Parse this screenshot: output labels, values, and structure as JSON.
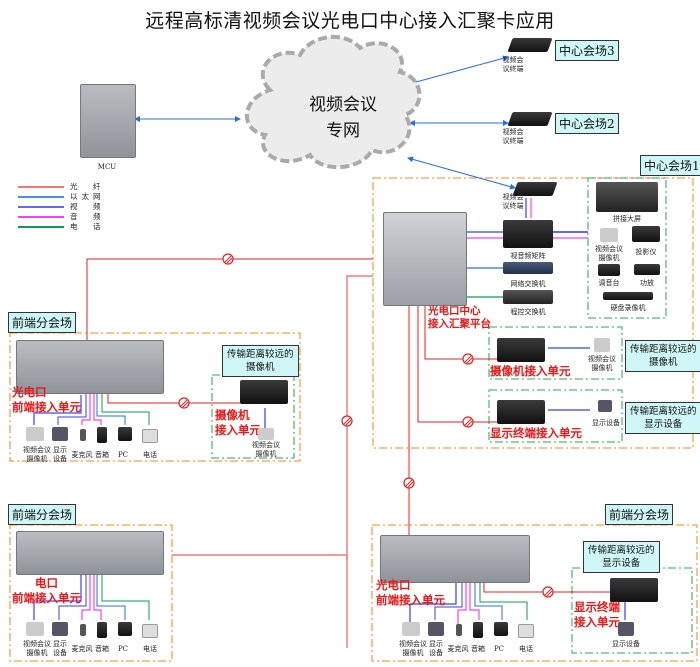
{
  "title": "远程高标清视频会议光电口中心接入汇聚卡应用",
  "cloud": {
    "line1": "视频会议",
    "line2": "专网"
  },
  "mcu": {
    "label": "MCU"
  },
  "legend": [
    {
      "label": "光　纤",
      "color": "#f07878"
    },
    {
      "label": "以太网",
      "color": "#4a90e2"
    },
    {
      "label": "视　频",
      "color": "#6666ee"
    },
    {
      "label": "音　频",
      "color": "#ee44ee"
    },
    {
      "label": "电　话",
      "color": "#119955"
    }
  ],
  "center_sites": [
    {
      "tag": "中心会场3",
      "terminal": "视频会\n议终端"
    },
    {
      "tag": "中心会场2",
      "terminal": "视频会\n议终端"
    }
  ],
  "center_site1": {
    "tag": "中心会场1",
    "terminal": "视频会\n议终端",
    "matrix": "视音频矩阵",
    "switch": "网络交换机",
    "pbx": "程控交换机",
    "platform_label": "光电口中心\n接入汇聚平台",
    "devices": {
      "big_screen": "拼接大屏",
      "camera": "视频会议\n摄像机",
      "projector": "投影仪",
      "mixer": "调音台",
      "amp": "功放",
      "dvr": "硬盘录像机"
    },
    "remote_camera": {
      "note": "传输距离较远的\n摄像机",
      "unit": "摄像机接入单元",
      "device": "视频会议\n摄像机"
    },
    "remote_display": {
      "note": "传输距离较远的\n显示设备",
      "unit": "显示终端接入单元",
      "device": "显示设备"
    }
  },
  "branch_sites": [
    {
      "tag": "前端分会场",
      "unit_label": "光电口\n前端接入单元",
      "devices": [
        "视频会议\n摄像机",
        "显示\n设备",
        "麦克风",
        "音箱",
        "PC",
        "电话"
      ],
      "remote": {
        "note": "传输距离较远的\n摄像机",
        "unit": "摄像机\n接入单元",
        "device": "视频会议\n摄像机"
      }
    },
    {
      "tag": "前端分会场",
      "unit_label": "电口\n前端接入单元",
      "devices": [
        "视频会议\n摄像机",
        "显示\n设备",
        "麦克风",
        "音箱",
        "PC",
        "电话"
      ]
    },
    {
      "tag": "前端分会场",
      "unit_label": "光电口\n前端接入单元",
      "devices": [
        "视频会议\n摄像机",
        "显示\n设备",
        "麦克风",
        "音箱",
        "PC",
        "电话"
      ],
      "remote": {
        "note": "传输距离较远的\n显示设备",
        "unit": "显示终端\n接入单元",
        "device": "显示设备"
      }
    }
  ],
  "colors": {
    "fiber": "#f07878",
    "fiber_dark": "#e02020",
    "ethernet": "#4a90e2",
    "video": "#3344dd",
    "audio": "#ee44ee",
    "phone": "#119955",
    "site_border": "#f0a050",
    "sub_border": "#55bb77",
    "tag_bg": "#cff7f7"
  }
}
